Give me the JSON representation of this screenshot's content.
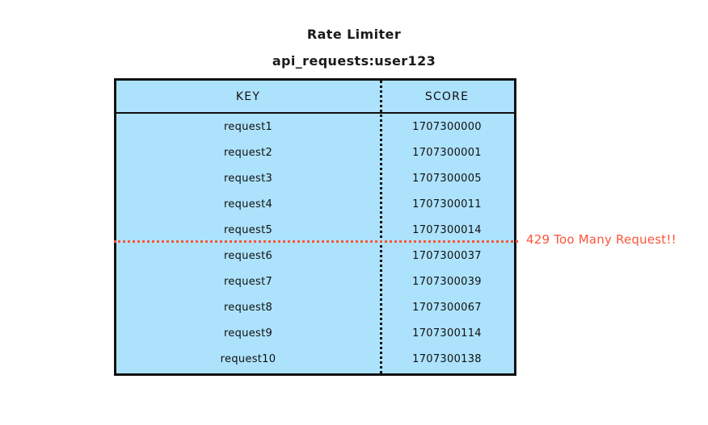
{
  "diagram": {
    "title": "Rate Limiter",
    "subtitle": "api_requests:user123",
    "accent_color": "#fb553a",
    "table_fill_color": "#ade2fc",
    "border_color": "#111111"
  },
  "table": {
    "columns": [
      "KEY",
      "SCORE"
    ],
    "rows": [
      {
        "key": "request1",
        "score": "1707300000"
      },
      {
        "key": "request2",
        "score": "1707300001"
      },
      {
        "key": "request3",
        "score": "1707300005"
      },
      {
        "key": "request4",
        "score": "1707300011"
      },
      {
        "key": "request5",
        "score": "1707300014"
      },
      {
        "key": "request6",
        "score": "1707300037"
      },
      {
        "key": "request7",
        "score": "1707300039"
      },
      {
        "key": "request8",
        "score": "1707300067"
      },
      {
        "key": "request9",
        "score": "1707300114"
      },
      {
        "key": "request10",
        "score": "1707300138"
      }
    ]
  },
  "annotation": {
    "cutoff_after_row": 5,
    "label": "429 Too Many Request!!"
  },
  "chart_data": {
    "type": "table",
    "title": "Rate Limiter",
    "subtitle": "api_requests:user123",
    "columns": [
      "KEY",
      "SCORE"
    ],
    "rows": [
      [
        "request1",
        "1707300000"
      ],
      [
        "request2",
        "1707300001"
      ],
      [
        "request3",
        "1707300005"
      ],
      [
        "request4",
        "1707300011"
      ],
      [
        "request5",
        "1707300014"
      ],
      [
        "request6",
        "1707300037"
      ],
      [
        "request7",
        "1707300039"
      ],
      [
        "request8",
        "1707300067"
      ],
      [
        "request9",
        "1707300114"
      ],
      [
        "request10",
        "1707300138"
      ]
    ],
    "annotations": [
      {
        "text": "429 Too Many Request!!",
        "after_row_index": 4,
        "color": "#fb553a",
        "style": "dotted-horizontal-line"
      }
    ]
  }
}
